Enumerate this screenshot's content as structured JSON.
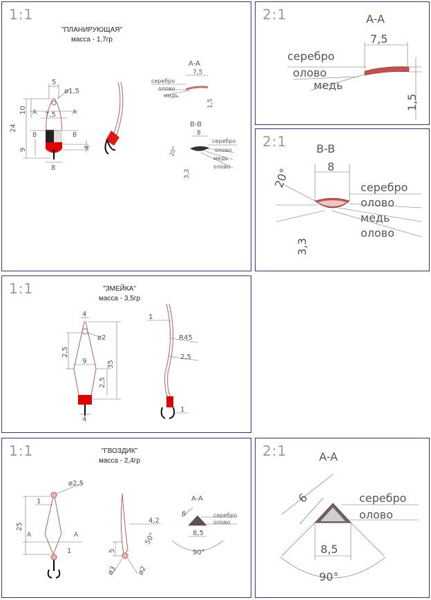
{
  "panels": {
    "p1": {
      "scale": "1:1",
      "title": "\"ПЛАНИРУЮЩАЯ\"",
      "mass": "масса - 1,7гр",
      "dims": {
        "d5": "5",
        "d1_5": "ø1,5",
        "d10": "10",
        "d24": "24",
        "d7_5": "7,5",
        "d9": "9",
        "d4": "4",
        "d8": "8",
        "A": "A",
        "B": "B"
      },
      "sectionAA": {
        "label": "A-A",
        "w": "7,5",
        "h": "1,5",
        "layers": [
          "серебро",
          "олово",
          "медь"
        ]
      },
      "sectionBB": {
        "label": "B-B",
        "w": "8",
        "angle": "20°",
        "h": "3,3",
        "layers": [
          "серебро",
          "олово",
          "медь",
          "олово"
        ]
      }
    },
    "p2": {
      "scale": "2:1",
      "section": "A-A",
      "width": "7,5",
      "height": "1,5",
      "layers": [
        "серебро",
        "олово",
        "медь"
      ]
    },
    "p3": {
      "scale": "2:1",
      "section": "B-B",
      "width": "8",
      "angle": "20°",
      "height": "3,3",
      "layers": [
        "серебро",
        "олово",
        "медь",
        "олово"
      ]
    },
    "p4": {
      "scale": "1:1",
      "title": "\"ЗМЕЙКА\"",
      "mass": "масса - 3,5гр",
      "dims": {
        "d4": "4",
        "d2": "ø2",
        "d2_5": "2,5",
        "d9": "9",
        "d35": "35",
        "d2_5b": "2,5",
        "d4b": "4",
        "one": "1",
        "r45": "R45",
        "d2_5c": "2,5",
        "oneb": "1"
      }
    },
    "p5": {
      "scale": "1:1",
      "title": "\"ГВОЗДИК\"",
      "mass": "масса - 2,4гр",
      "dims": {
        "d2_5": "ø2,5",
        "one": "1",
        "d25": "25",
        "A": "A",
        "oneb": "1",
        "d4_2": "4,2",
        "d5": "5",
        "d50": "50°",
        "d3": "ø3",
        "d2": "ø2"
      },
      "section": {
        "label": "A-A",
        "six": "6",
        "w": "8,5",
        "angle": "90°",
        "layers": [
          "серебро",
          "олово"
        ]
      }
    },
    "p6": {
      "scale": "2:1",
      "section": "A-A",
      "six": "6",
      "width": "8,5",
      "angle": "90°",
      "layers": [
        "серебро",
        "олово"
      ]
    }
  }
}
